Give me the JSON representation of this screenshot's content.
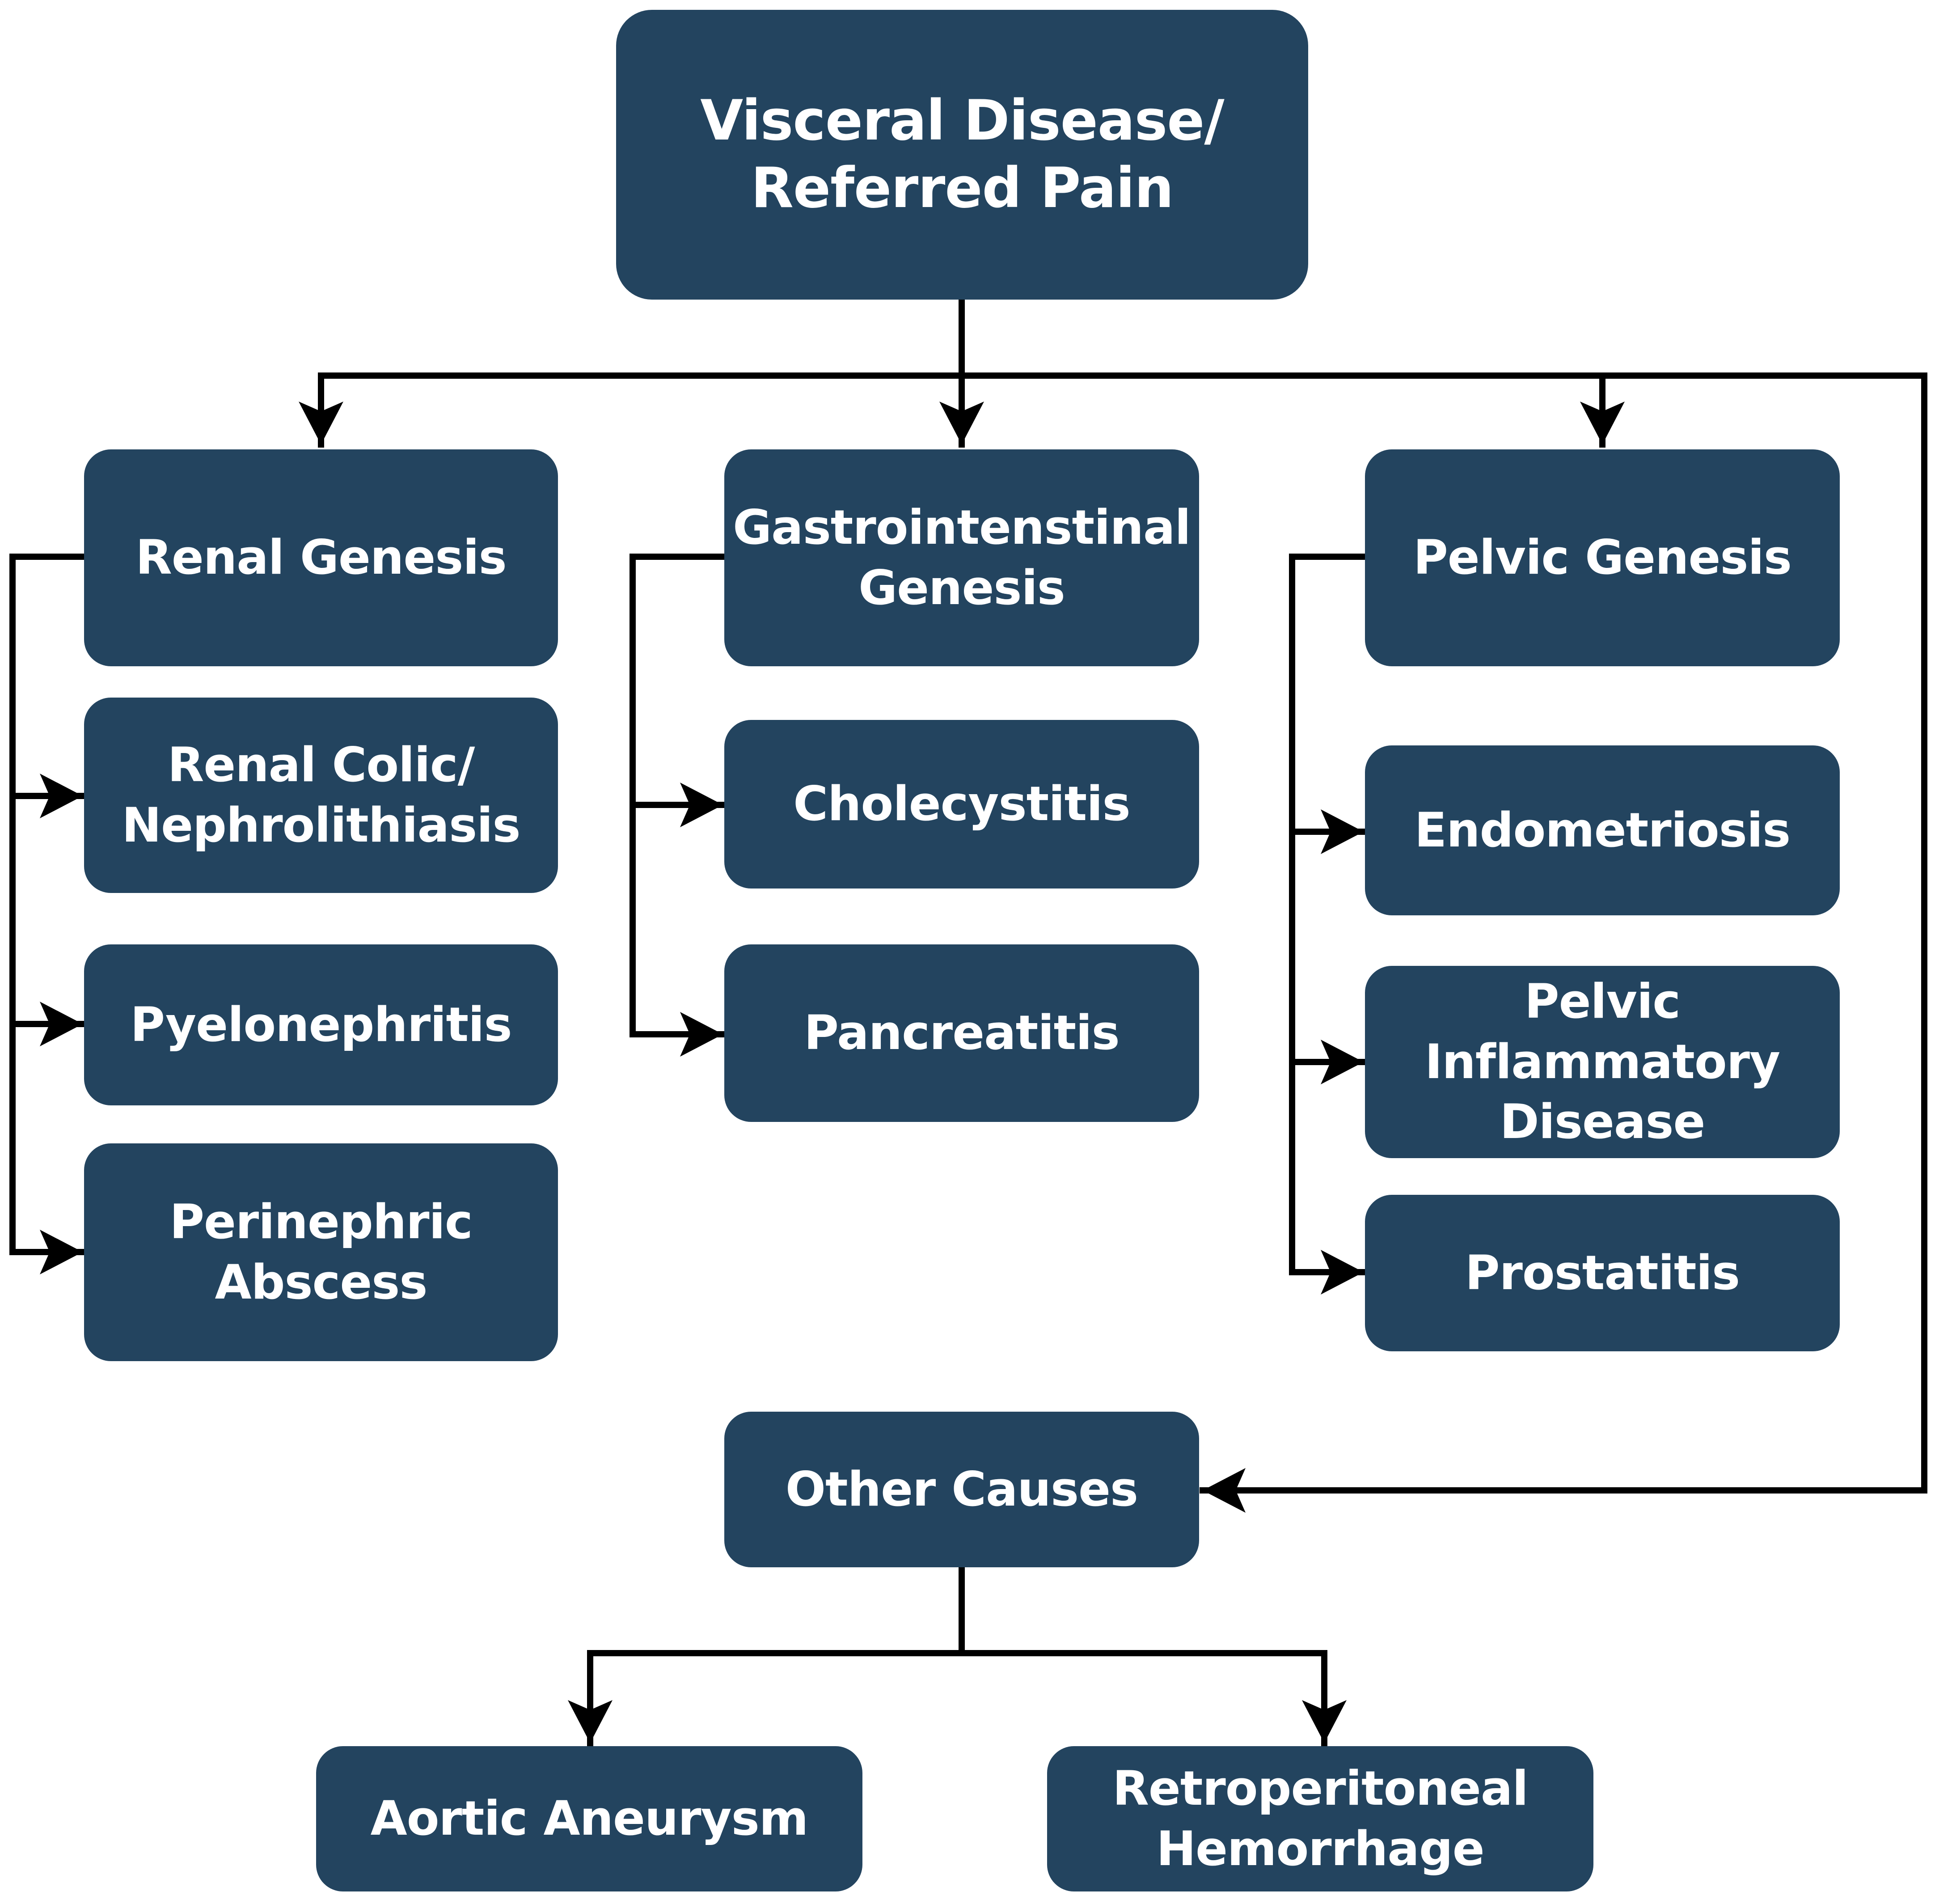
{
  "colors": {
    "box_fill": "#23445f",
    "box_text": "#ffffff",
    "connector": "#000000",
    "background": "#ffffff"
  },
  "nodes": {
    "root": "Visceral Disease/\nReferred Pain",
    "renal": {
      "header": "Renal Genesis",
      "items": [
        "Renal Colic/\nNephrolithiasis",
        "Pyelonephritis",
        "Perinephric\nAbscess"
      ]
    },
    "gastro": {
      "header": "Gastrointenstinal\nGenesis",
      "items": [
        "Cholecystitis",
        "Pancreatitis"
      ]
    },
    "pelvic": {
      "header": "Pelvic Genesis",
      "items": [
        "Endometriosis",
        "Pelvic\nInflammatory\nDisease",
        "Prostatitis"
      ]
    },
    "other": {
      "header": "Other Causes",
      "items": [
        "Aortic Aneurysm",
        "Retroperitoneal\nHemorrhage"
      ]
    }
  }
}
